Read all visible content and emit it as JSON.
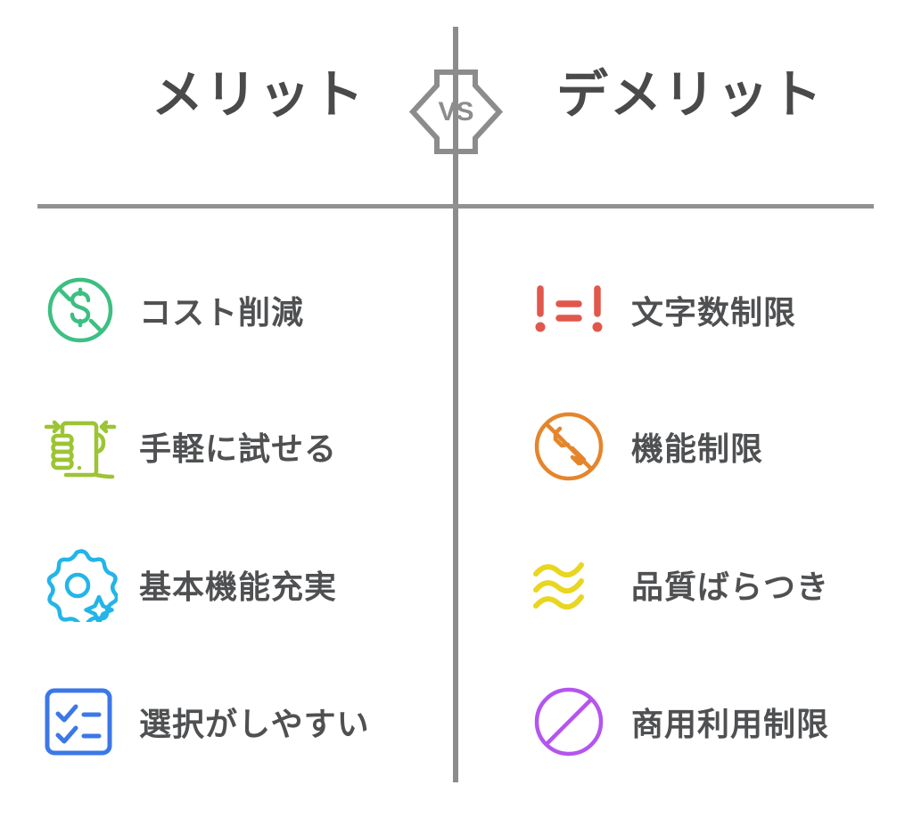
{
  "columns": {
    "merit": {
      "header": "メリット",
      "items": [
        {
          "label": "コスト削減",
          "icon": "cost-reduction-icon",
          "color": "#3cbf82"
        },
        {
          "label": "手軽に試せる",
          "icon": "hand-phone-icon",
          "color": "#9cc434"
        },
        {
          "label": "基本機能充実",
          "icon": "gear-sparkle-icon",
          "color": "#23b5e8"
        },
        {
          "label": "選択がしやすい",
          "icon": "checklist-box-icon",
          "color": "#3b77e8"
        }
      ]
    },
    "demerit": {
      "header": "デメリット",
      "items": [
        {
          "label": "文字数制限",
          "icon": "not-equal-icon",
          "color": "#e2574c"
        },
        {
          "label": "機能制限",
          "icon": "no-tool-icon",
          "color": "#e5852b"
        },
        {
          "label": "品質ばらつき",
          "icon": "wavy-lines-icon",
          "color": "#e8d621"
        },
        {
          "label": "商用利用制限",
          "icon": "prohibition-icon",
          "color": "#b455f0"
        }
      ]
    }
  },
  "versus": {
    "label": "VS",
    "icon": "vs-hexagon-arrow-icon",
    "color": "#8c8c8c"
  },
  "divider": {
    "color": "#8c8c8c"
  },
  "typography": {
    "header_color": "#4a4a4a",
    "label_color": "#4f5052"
  }
}
